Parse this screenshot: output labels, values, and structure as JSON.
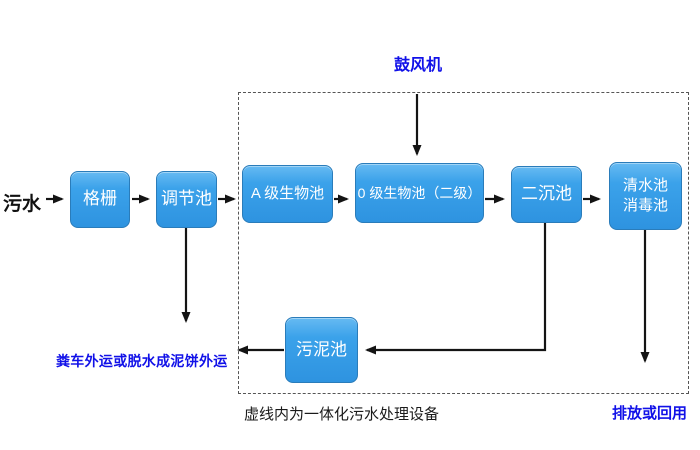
{
  "diagram": {
    "title_hint": "integrated wastewater treatment flowchart",
    "source_label": "污水",
    "blower_label": "鼓风机",
    "nodes": {
      "grid": "格栅",
      "regulating": "调节池",
      "a_bio": "A 级生物池",
      "o_bio": "0 级生物池（二级）",
      "secondary_sed": "二沉池",
      "clear_line1": "清水池",
      "clear_line2": "消毒池",
      "sludge": "污泥池"
    },
    "outputs": {
      "sludge_out": "粪车外运或脱水成泥饼外运",
      "discharge": "排放或回用"
    },
    "dashed_box_caption": "虚线内为一体化污水处理设备",
    "colors": {
      "node_fill": "#3ba2ea",
      "node_fill_highlight": "#66baf2",
      "node_border": "#2a7cba",
      "node_text": "#ffffff",
      "arrow": "#141414",
      "blue_text": "#1111e8",
      "black_text": "#111111",
      "dashed_border": "#555555",
      "background": "#ffffff"
    }
  }
}
